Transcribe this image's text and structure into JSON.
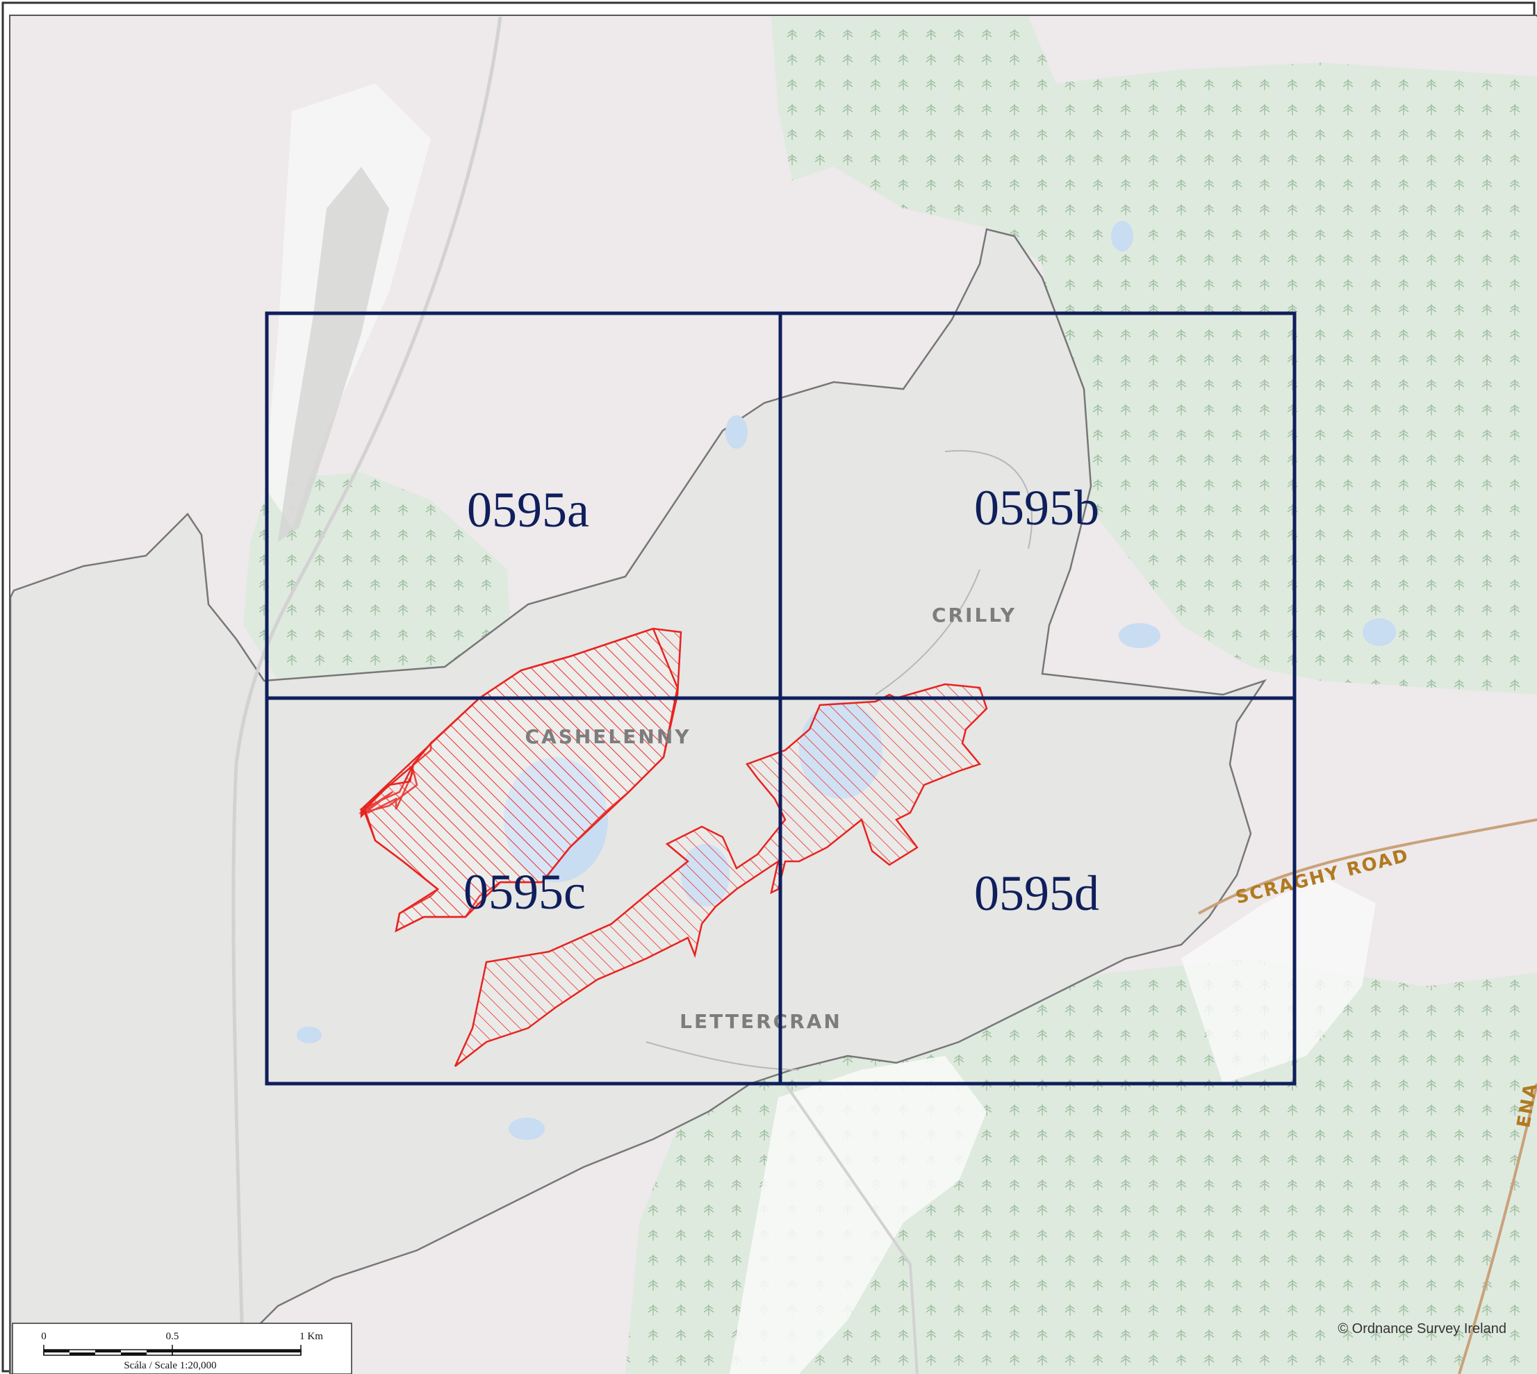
{
  "map": {
    "tiles": [
      {
        "id": "0595a"
      },
      {
        "id": "0595b"
      },
      {
        "id": "0595c"
      },
      {
        "id": "0595d"
      }
    ],
    "places": [
      "CASHELENNY",
      "CRILLY",
      "LETTERCRAN"
    ],
    "road_label": "SCRAGHY ROAD",
    "partial_road_label": "ENA",
    "colors": {
      "tile_grid": "#0f1f5c",
      "designated_area": "#e8231f",
      "forest": "#e0ece0",
      "land": "#e6e6e4",
      "water": "#c8dcf2",
      "road": "#c9a27a"
    }
  },
  "scale_bar": {
    "ticks": [
      "0",
      "0.5",
      "1 Km"
    ],
    "caption": "Scála / Scale  1:20,000"
  },
  "copyright": "© Ordnance Survey Ireland"
}
